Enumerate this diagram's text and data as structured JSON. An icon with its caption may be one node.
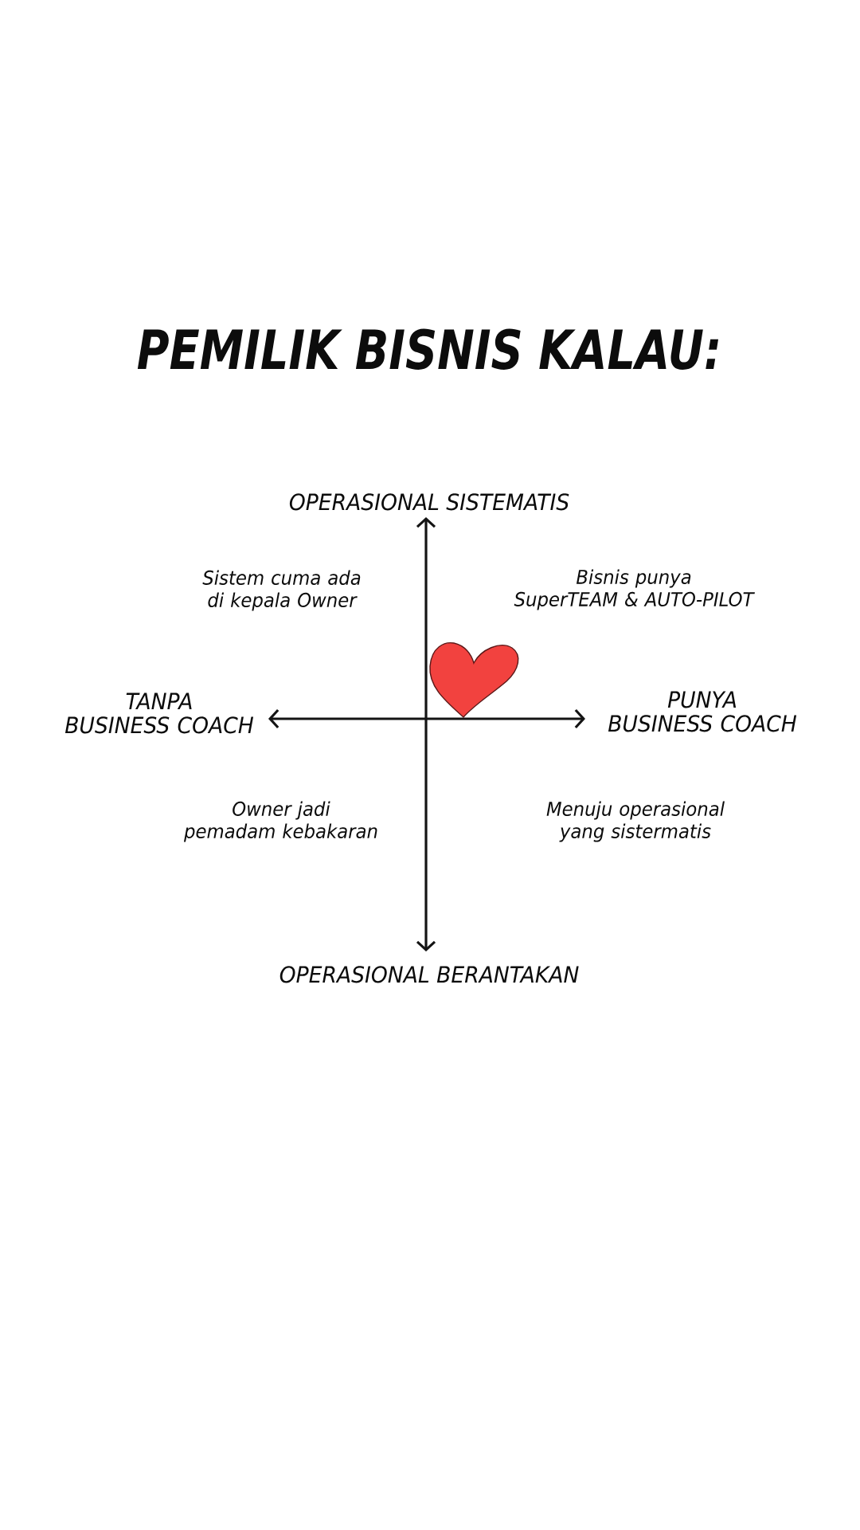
{
  "diagram": {
    "title": "PEMILIK BISNIS KALAU:",
    "labels": [
      "OPERASIONAL SISTEMATIS",
      "Sistem cuma ada di kepala Owner",
      "Bisnis punya SuperTEAM & AUTO-PILOT",
      "TANPA BUSINESS COACH",
      "PUNYA BUSINESS COACH",
      "Owner jadi pemadam kebakaran",
      "Menuju operasional yang sistermatis",
      "OPERASIONAL BERANTAKAN"
    ]
  }
}
